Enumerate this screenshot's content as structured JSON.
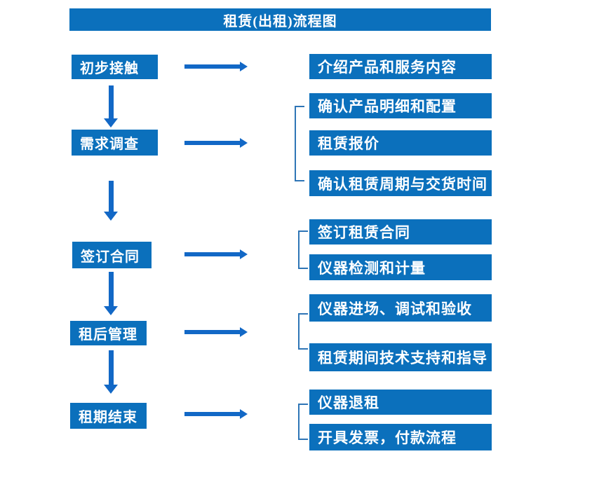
{
  "title": "租赁(出租)流程图",
  "colors": {
    "box_blue": "#0B70BC",
    "arrow_blue": "#1268C6",
    "bracket_blue": "#2E75B6",
    "text_white": "#FFFFFF"
  },
  "flow": [
    {
      "step": "初步接触",
      "details": [
        "介绍产品和服务内容"
      ]
    },
    {
      "step": "需求调查",
      "details": [
        "确认产品明细和配置",
        "租赁报价",
        "确认租赁周期与交货时间"
      ]
    },
    {
      "step": "签订合同",
      "details": [
        "签订租赁合同",
        "仪器检测和计量"
      ]
    },
    {
      "step": "租后管理",
      "details": [
        "仪器进场、调试和验收",
        "租赁期间技术支持和指导"
      ]
    },
    {
      "step": "租期结束",
      "details": [
        "仪器退租",
        "开具发票，付款流程"
      ]
    }
  ]
}
